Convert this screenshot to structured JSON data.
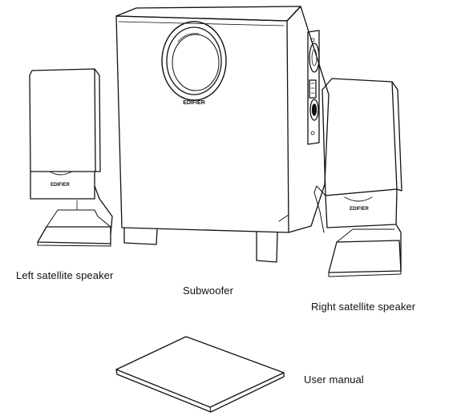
{
  "labels": {
    "left_satellite": "Left satellite speaker",
    "subwoofer": "Subwoofer",
    "right_satellite": "Right satellite speaker",
    "user_manual": "User manual"
  },
  "brand": {
    "subwoofer_logo": "EDIFIER",
    "left_logo": "EDIFIER",
    "right_logo": "EDIFIER"
  }
}
